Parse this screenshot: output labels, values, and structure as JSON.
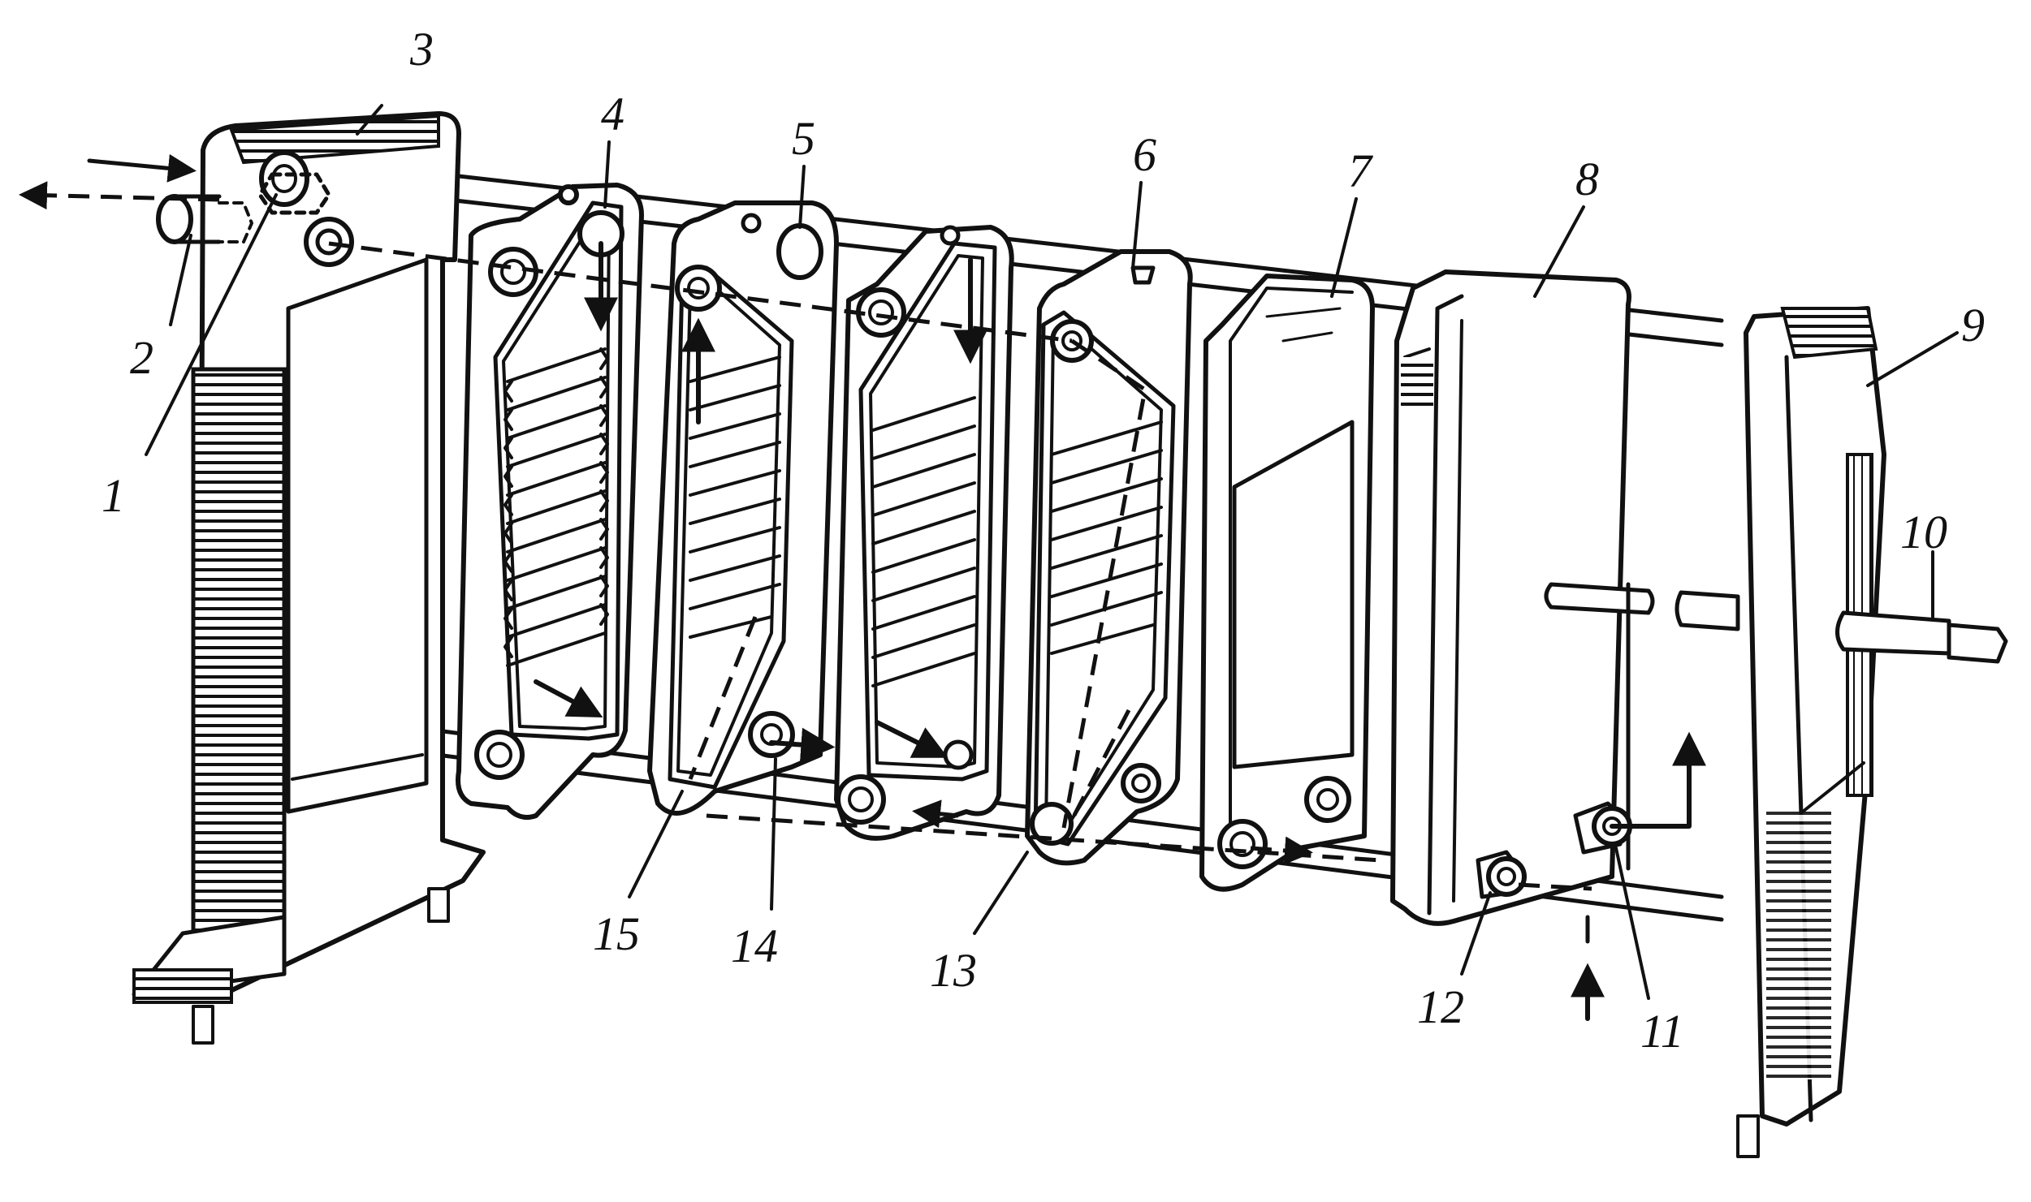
{
  "diagram": {
    "type": "exploded view of a plate heat exchanger",
    "callouts": [
      {
        "id": 1,
        "text": "1"
      },
      {
        "id": 2,
        "text": "2"
      },
      {
        "id": 3,
        "text": "3"
      },
      {
        "id": 4,
        "text": "4"
      },
      {
        "id": 5,
        "text": "5"
      },
      {
        "id": 6,
        "text": "6"
      },
      {
        "id": 7,
        "text": "7"
      },
      {
        "id": 8,
        "text": "8"
      },
      {
        "id": 9,
        "text": "9"
      },
      {
        "id": 10,
        "text": "10"
      },
      {
        "id": 11,
        "text": "11"
      },
      {
        "id": 12,
        "text": "12"
      },
      {
        "id": 13,
        "text": "13"
      },
      {
        "id": 14,
        "text": "14"
      },
      {
        "id": 15,
        "text": "15"
      }
    ],
    "flow_arrows": {
      "hot_medium": "solid",
      "cold_medium": "dashed"
    }
  }
}
